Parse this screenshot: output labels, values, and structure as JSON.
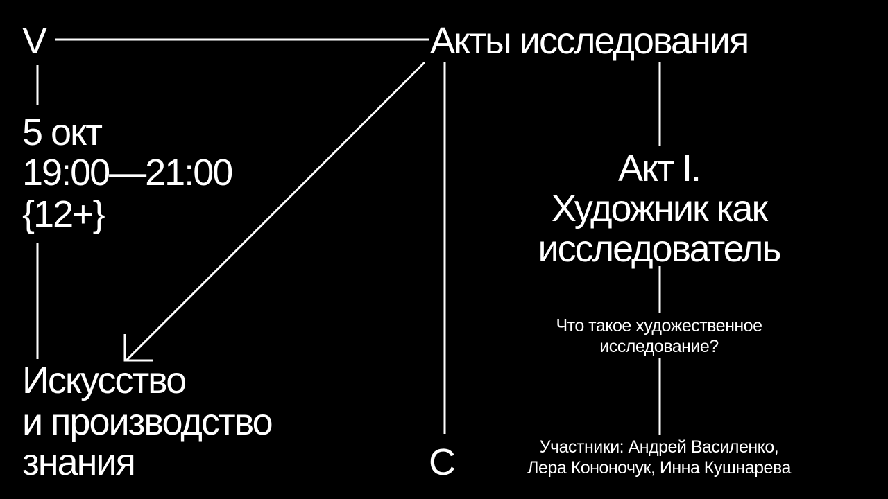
{
  "header": {
    "letter_v": "V",
    "series_title": "Акты исследования"
  },
  "schedule": {
    "date": "5 окт",
    "time": "19:00—21:00",
    "age": "{12+}"
  },
  "theme": {
    "line1": "Искусство",
    "line2": "и производство",
    "line3": "знания"
  },
  "letter_c": "С",
  "act": {
    "line1": "Акт I.",
    "line2": "Художник как",
    "line3": "исследователь"
  },
  "question": {
    "line1": "Что такое художественное",
    "line2": "исследование?"
  },
  "participants": {
    "line1": "Участники: Андрей Василенко,",
    "line2": "Лера Кононочук, Инна Кушнарева"
  },
  "colors": {
    "background": "#000000",
    "foreground": "#ffffff"
  }
}
